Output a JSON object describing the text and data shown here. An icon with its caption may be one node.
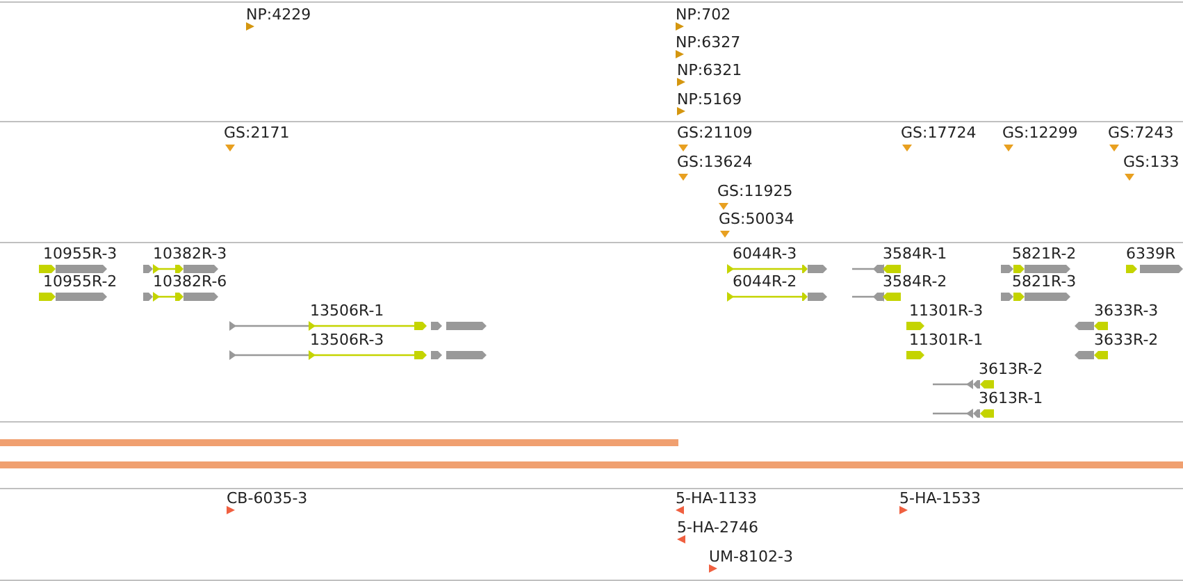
{
  "diagram": {
    "labels": [
      "NP:4229",
      "NP:702",
      "NP:6327",
      "NP:6321",
      "NP:5169",
      "GS:2171",
      "GS:21109",
      "GS:17724",
      "GS:12299",
      "GS:7243",
      "GS:13624",
      "GS:133",
      "GS:11925",
      "GS:50034",
      "10955R-3",
      "10382R-3",
      "6044R-3",
      "3584R-1",
      "5821R-2",
      "6339R",
      "10955R-2",
      "10382R-6",
      "6044R-2",
      "3584R-2",
      "5821R-3",
      "13506R-1",
      "11301R-3",
      "3633R-3",
      "13506R-3",
      "11301R-1",
      "3633R-2",
      "3613R-2",
      "3613R-1",
      "CB-6035-3",
      "5-HA-1133",
      "5-HA-1533",
      "5-HA-2746",
      "UM-8102-3"
    ]
  }
}
